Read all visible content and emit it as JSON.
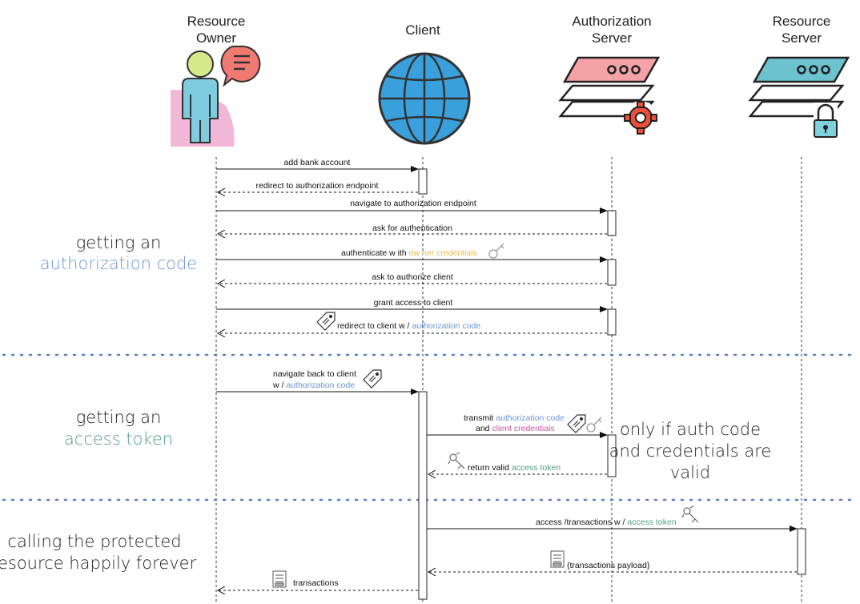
{
  "colors": {
    "authorization_code": "#6a94d6",
    "access_token": "#4f9d86",
    "owner_credentials": "#e8b84a",
    "client_credentials": "#c9579d",
    "separator": "#5b7fc9",
    "ro_body": "#7fcbe0",
    "ro_head": "#d6e88a",
    "ro_bubble": "#f07a72",
    "ro_bg": "#f0b8d6",
    "globe": "#3aa0dc",
    "auth_server": "#f4a2a6",
    "res_server": "#6cc3cf",
    "gear": "#ef4e3a",
    "lock": "#7fd0dc"
  },
  "actors": [
    {
      "id": "ro",
      "line1": "Resource",
      "line2": "Owner",
      "icon": "person-chat-icon"
    },
    {
      "id": "client",
      "line1": "Client",
      "line2": "",
      "icon": "globe-icon"
    },
    {
      "id": "as",
      "line1": "Authorization",
      "line2": "Server",
      "icon": "server-gear-icon"
    },
    {
      "id": "rs",
      "line1": "Resource",
      "line2": "Server",
      "icon": "server-lock-icon"
    }
  ],
  "sections": [
    {
      "line1": "getting an",
      "line2": "authorization code"
    },
    {
      "line1": "getting an",
      "line2": "access token"
    },
    {
      "line1": "calling the protected",
      "line2": "resource happily forever"
    }
  ],
  "note": {
    "line1": "only if auth code",
    "line2": "and credentials are",
    "line3": "valid"
  },
  "messages": {
    "m1": "add bank account",
    "m2": "redirect to authorization endpoint",
    "m3": "navigate to authorization endpoint",
    "m4": "ask for authentication",
    "m5_a": "authenticate w ith ",
    "m5_b": "ow ner credentials",
    "m6": "ask to authorize client",
    "m7": "grant access to client",
    "m8_a": "redirect to client w / ",
    "m8_b": "authorization code",
    "m9_line1": "navigate back to client",
    "m9_a": "w / ",
    "m9_b": "authorization code",
    "m10_a": "transmit ",
    "m10_b": "authorization code",
    "m10_c": "and ",
    "m10_d": "client credentials",
    "m11_a": "return valid ",
    "m11_b": "access token",
    "m12_a": "access /transactions w / ",
    "m12_b": "access token",
    "m13": "{transactions payload}",
    "m14": "transactions"
  }
}
